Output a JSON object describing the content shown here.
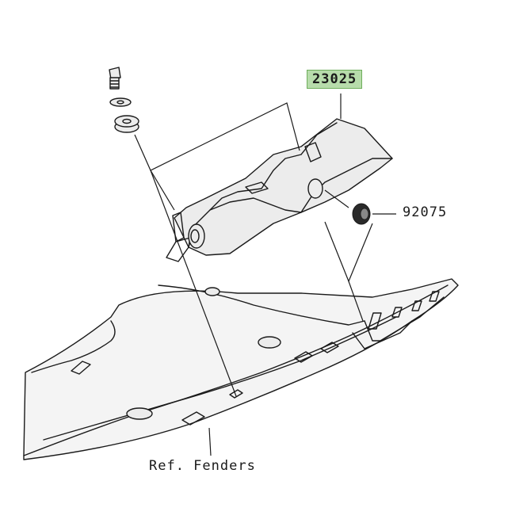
{
  "callouts": {
    "part_23025": "23025",
    "part_92075": "92075",
    "ref_fenders": "Ref. Fenders"
  },
  "colors": {
    "highlight_bg": "#b7dcab",
    "line": "#1a1a1a"
  },
  "icons": [
    "screw-icon",
    "washer-icon",
    "grommet-icon",
    "rubber-damper-icon"
  ]
}
